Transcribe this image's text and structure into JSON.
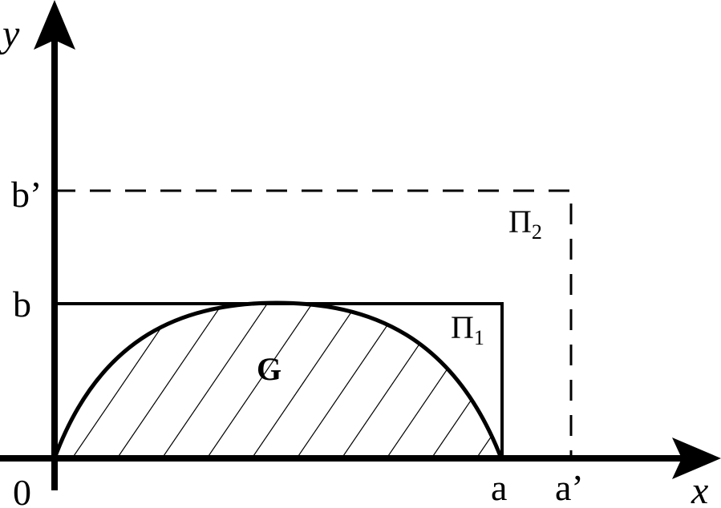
{
  "axes": {
    "x_label": "x",
    "y_label": "y",
    "origin_label": "0"
  },
  "ticks": {
    "x": [
      "a",
      "a’"
    ],
    "y": [
      "b",
      "b’"
    ]
  },
  "regions": {
    "rect_inner_label": "Π",
    "rect_inner_subscript": "1",
    "rect_outer_label": "Π",
    "rect_outer_subscript": "2",
    "region_label": "G"
  },
  "style": {
    "stroke_color": "#000000",
    "background": "#ffffff",
    "outer_rect_dashed": true,
    "region_hatched": true
  }
}
